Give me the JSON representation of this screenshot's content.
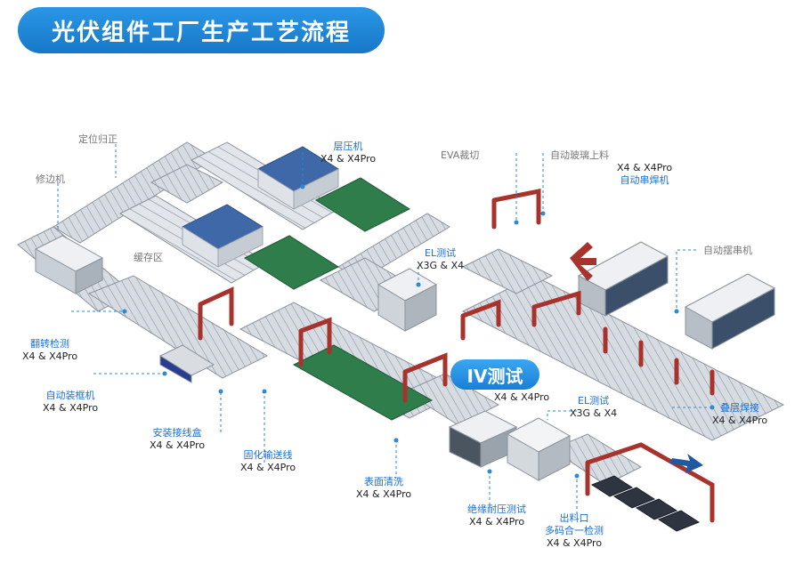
{
  "title": "光伏组件工厂生产工艺流程",
  "colors": {
    "accent": "#1a6fd0",
    "frame": "#a8332c",
    "conveyor": "#b9c0c8",
    "belt": "#2f7d4b",
    "glass": "#3e68a8",
    "arrow": "#1f5aa0"
  },
  "iv_badge": "IV测试",
  "labels": {
    "positioning": "定位归正",
    "edge_trim": "修边机",
    "buffer": "缓存区",
    "laminator": {
      "name": "层压机",
      "model": "X4 & X4Pro"
    },
    "eva_cut": "EVA裁切",
    "glass_load": "自动玻璃上料",
    "stringer": {
      "model": "X4 & X4Pro",
      "name": "自动串焊机"
    },
    "string_layout": "自动摆串机",
    "el_test_1": {
      "name": "EL测试",
      "model": "X3G & X4"
    },
    "flip_inspect": {
      "name": "翻转检测",
      "model": "X4 & X4Pro"
    },
    "auto_frame": {
      "name": "自动装框机",
      "model": "X4 & X4Pro"
    },
    "junction_box": {
      "name": "安装接线盒",
      "model": "X4 & X4Pro"
    },
    "curing": {
      "name": "固化输送线",
      "model": "X4 & X4Pro"
    },
    "surface_clean": {
      "name": "表面清洗",
      "model": "X4 & X4Pro"
    },
    "iv_model": "X4 & X4Pro",
    "el_test_2": {
      "name": "EL测试",
      "model": "X3G & X4"
    },
    "lamination_weld": {
      "name": "叠层焊接",
      "model": "X4 & X4Pro"
    },
    "insulation": {
      "name": "绝缘耐压测试",
      "model": "X4 & X4Pro"
    },
    "outlet": {
      "name1": "出料口",
      "name2": "多码合一检测",
      "model": "X4 & X4Pro"
    }
  }
}
